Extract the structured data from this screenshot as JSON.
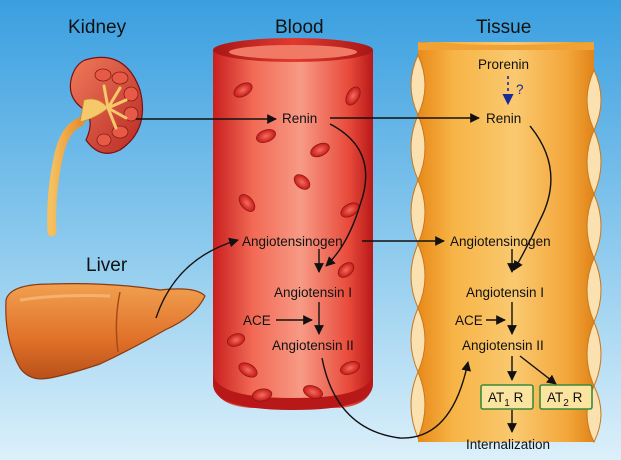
{
  "headings": {
    "kidney": "Kidney",
    "blood": "Blood",
    "tissue": "Tissue",
    "liver": "Liver"
  },
  "blood_pathway": {
    "renin": "Renin",
    "angiotensinogen": "Angiotensinogen",
    "angiotensin_1": "Angiotensin I",
    "ace": "ACE",
    "angiotensin_2": "Angiotensin II"
  },
  "tissue_pathway": {
    "prorenin": "Prorenin",
    "question": "?",
    "renin": "Renin",
    "angiotensinogen": "Angiotensinogen",
    "angiotensin_1": "Angiotensin I",
    "ace": "ACE",
    "angiotensin_2": "Angiotensin II",
    "at1r": {
      "base": "AT",
      "sub": "1",
      "suffix": " R"
    },
    "at2r": {
      "base": "AT",
      "sub": "2",
      "suffix": " R"
    },
    "internalization": "Internalization"
  },
  "colors": {
    "background_top": "#3a9fe0",
    "background_bottom": "#d8eef8",
    "blood_vessel": "#e8352e",
    "tissue": "#f5a830",
    "kidney": "#d8443a",
    "liver": "#e2752a",
    "receptor_box_border": "#3a8a3a",
    "prorenin_arrow": "#1a2a9a"
  }
}
